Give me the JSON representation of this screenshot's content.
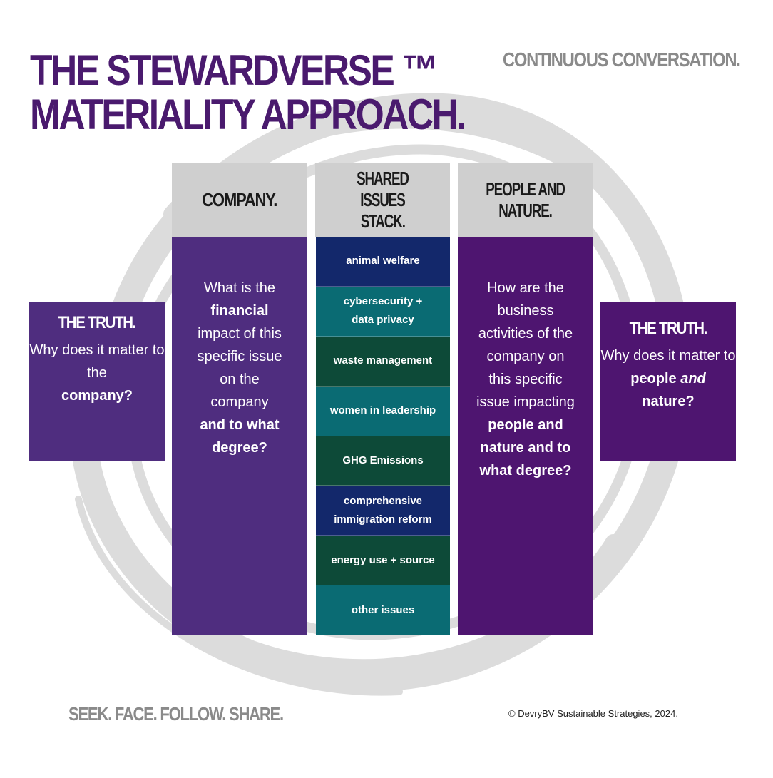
{
  "title": {
    "line1": "THE STEWARDVERSE ™",
    "line2": "MATERIALITY APPROACH."
  },
  "tagline": "CONTINUOUS CONVERSATION.",
  "columns": {
    "company": {
      "header": "COMPANY.",
      "text_1": "What is the",
      "text_2": "financial",
      "text_3": "impact of this specific issue on the company",
      "text_4": "and to what degree?"
    },
    "shared": {
      "header_1": "SHARED ISSUES",
      "header_2": "STACK.",
      "items": [
        {
          "line1": "animal welfare",
          "line2": "",
          "color": "#13286b"
        },
        {
          "line1": "cybersecurity +",
          "line2": "data privacy",
          "color": "#0a6b73"
        },
        {
          "line1": "waste management",
          "line2": "",
          "color": "#0d4a38"
        },
        {
          "line1": "women in leadership",
          "line2": "",
          "color": "#0a6b73"
        },
        {
          "line1": "GHG Emissions",
          "line2": "",
          "color": "#0d4a38"
        },
        {
          "line1": "comprehensive",
          "line2": "immigration reform",
          "color": "#13286b"
        },
        {
          "line1": "energy use + source",
          "line2": "",
          "color": "#0d4a38"
        },
        {
          "line1": "other issues",
          "line2": "",
          "color": "#0a6b73"
        }
      ]
    },
    "people": {
      "header_1": "PEOPLE AND",
      "header_2": "NATURE.",
      "text_1": "How are the business activities of the company on this specific issue impacting",
      "text_2": "people and nature and to what degree?"
    }
  },
  "truth_left": {
    "title": "THE TRUTH.",
    "text_1": "Why does it matter to the",
    "text_2": "company?"
  },
  "truth_right": {
    "title": "THE TRUTH.",
    "text_1": "Why does it matter to",
    "text_2": "people",
    "text_3": "and",
    "text_4": "nature?"
  },
  "footer": {
    "left": "SEEK. FACE. FOLLOW. SHARE.",
    "right": "© DevryBV Sustainable Strategies, 2024."
  },
  "colors": {
    "title": "#4a1a6e",
    "header_gray": "#cfcfcf",
    "company_purple": "#4f2d7f",
    "people_purple": "#4e1570",
    "swirl": "#d9d9d9"
  }
}
